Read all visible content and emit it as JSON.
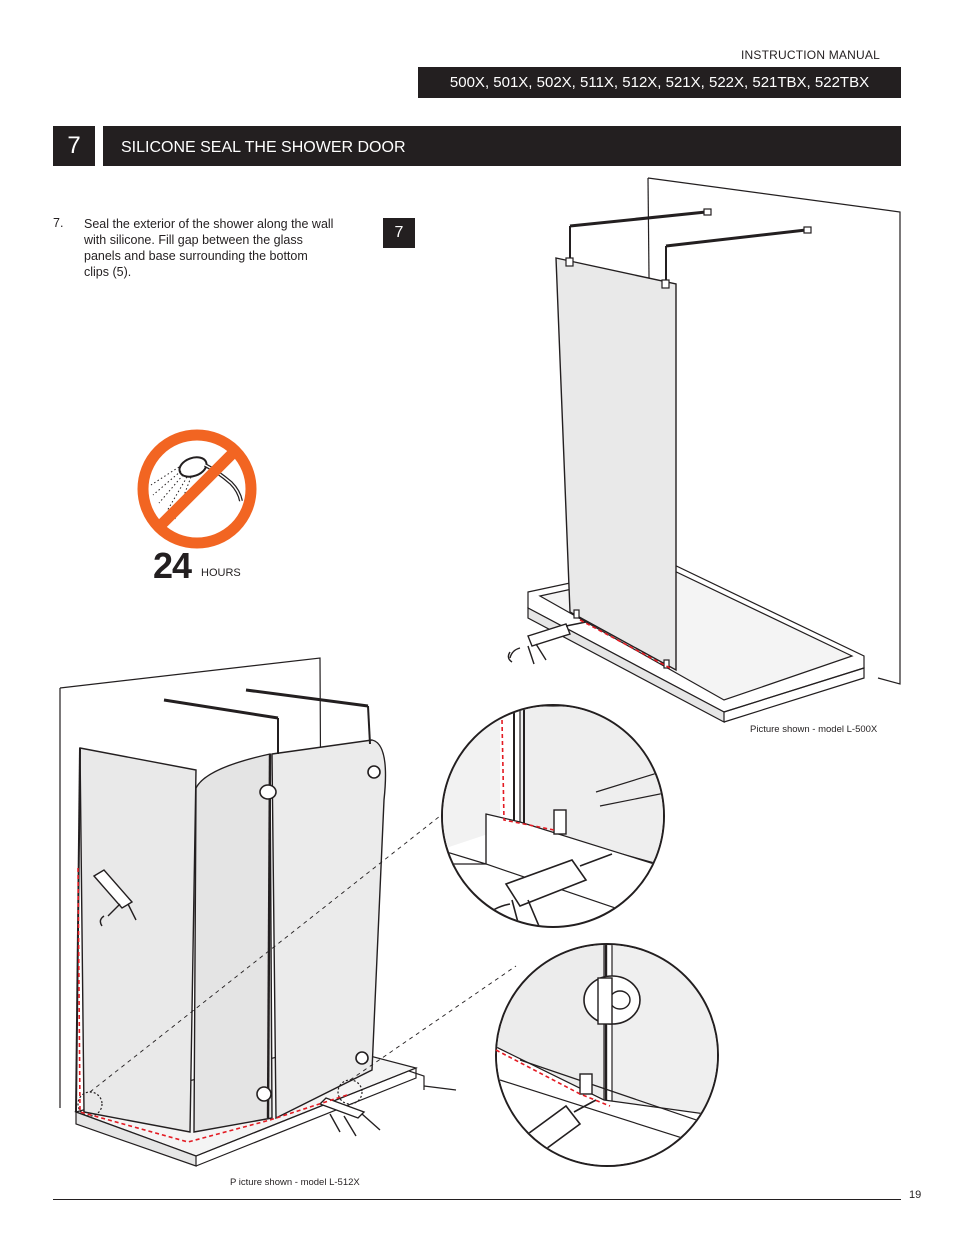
{
  "header": {
    "manual_label": "INSTRUCTION MANUAL",
    "models": "500X, 501X, 502X, 511X, 512X, 521X, 522X, 521TBX, 522TBX"
  },
  "step": {
    "number": "7",
    "title": "SILICONE SEAL THE SHOWER DOOR"
  },
  "instruction": {
    "number": "7.",
    "text": "Seal the exterior of the shower along the wall with silicone. Fill gap between the glass panels and base surrounding the bottom clips (5)."
  },
  "diagram_badge": "7",
  "warning": {
    "icon": "no-shower-icon",
    "hours_value": "24",
    "hours_label": "HOURS",
    "color": "#f26522"
  },
  "captions": {
    "top_figure": "Picture shown - model  L-500X",
    "bottom_figure": "P icture shown - model   L-512X"
  },
  "footer": {
    "page_number": "19"
  },
  "colors": {
    "bar": "#231f20",
    "seal_line": "#e31b23"
  }
}
